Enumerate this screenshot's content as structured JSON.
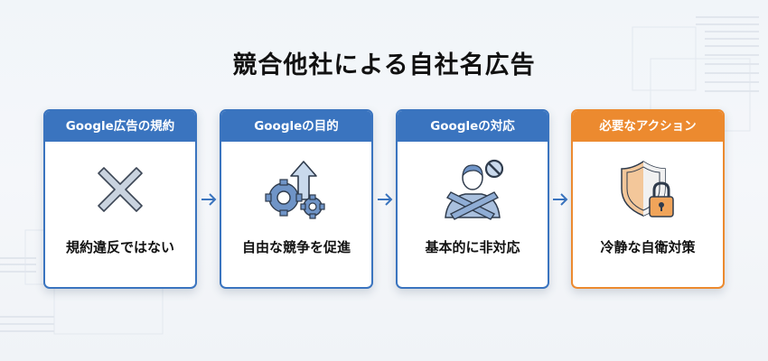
{
  "title": "競合他社による自社名広告",
  "colors": {
    "blue": "#3a74bf",
    "orange": "#ec8a2f",
    "icon_blue": "#6f94c7",
    "icon_light": "#c9d9ec"
  },
  "cards": [
    {
      "header": "Google広告の規約",
      "icon": "x-mark-icon",
      "text": "規約違反ではない",
      "accent": "blue"
    },
    {
      "header": "Googleの目的",
      "icon": "gears-arrow-up-icon",
      "text": "自由な競争を促進",
      "accent": "blue"
    },
    {
      "header": "Googleの対応",
      "icon": "person-crossed-arms-prohibited-icon",
      "text": "基本的に非対応",
      "accent": "blue"
    },
    {
      "header": "必要なアクション",
      "icon": "shield-lock-icon",
      "text": "冷静な自衛対策",
      "accent": "orange"
    }
  ],
  "arrows": [
    "arrow-right-icon",
    "arrow-right-icon",
    "arrow-right-icon"
  ]
}
